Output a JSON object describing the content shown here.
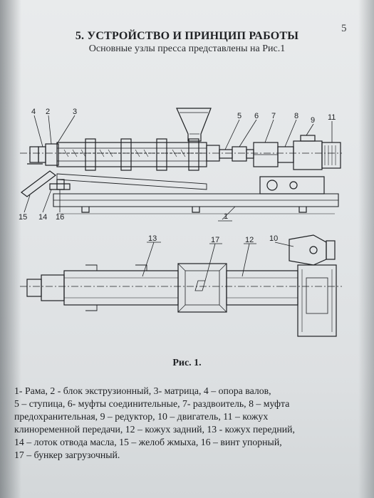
{
  "page": {
    "number": "5",
    "heading": "5.  УСТРОЙСТВО И ПРИНЦИП РАБОТЫ",
    "subheading": "Основные узлы пресса представлены на Рис.1"
  },
  "figure": {
    "caption": "Рис. 1.",
    "side_view_labels": [
      "4",
      "2",
      "3",
      "5",
      "6",
      "7",
      "8",
      "9",
      "11",
      "15",
      "14",
      "16",
      "1"
    ],
    "top_view_labels": [
      "13",
      "17",
      "12",
      "10"
    ]
  },
  "legend": {
    "text": "1- Рама, 2 - блок экструзионный, 3- матрица, 4 – опора валов,\n5 – ступица, 6- муфты соединительные, 7- раздвоитель, 8 – муфта\nпредохранительная, 9 – редуктор, 10 – двигатель, 11 – кожух\nклиноременной передачи, 12 – кожух задний, 13 - кожух передний,\n14 – лоток отвода масла, 15 – желоб жмыха, 16 – винт упорный,\n17 – бункер  загрузочный."
  },
  "colors": {
    "ink": "#1e2023",
    "paper": "#e4e7e9"
  }
}
